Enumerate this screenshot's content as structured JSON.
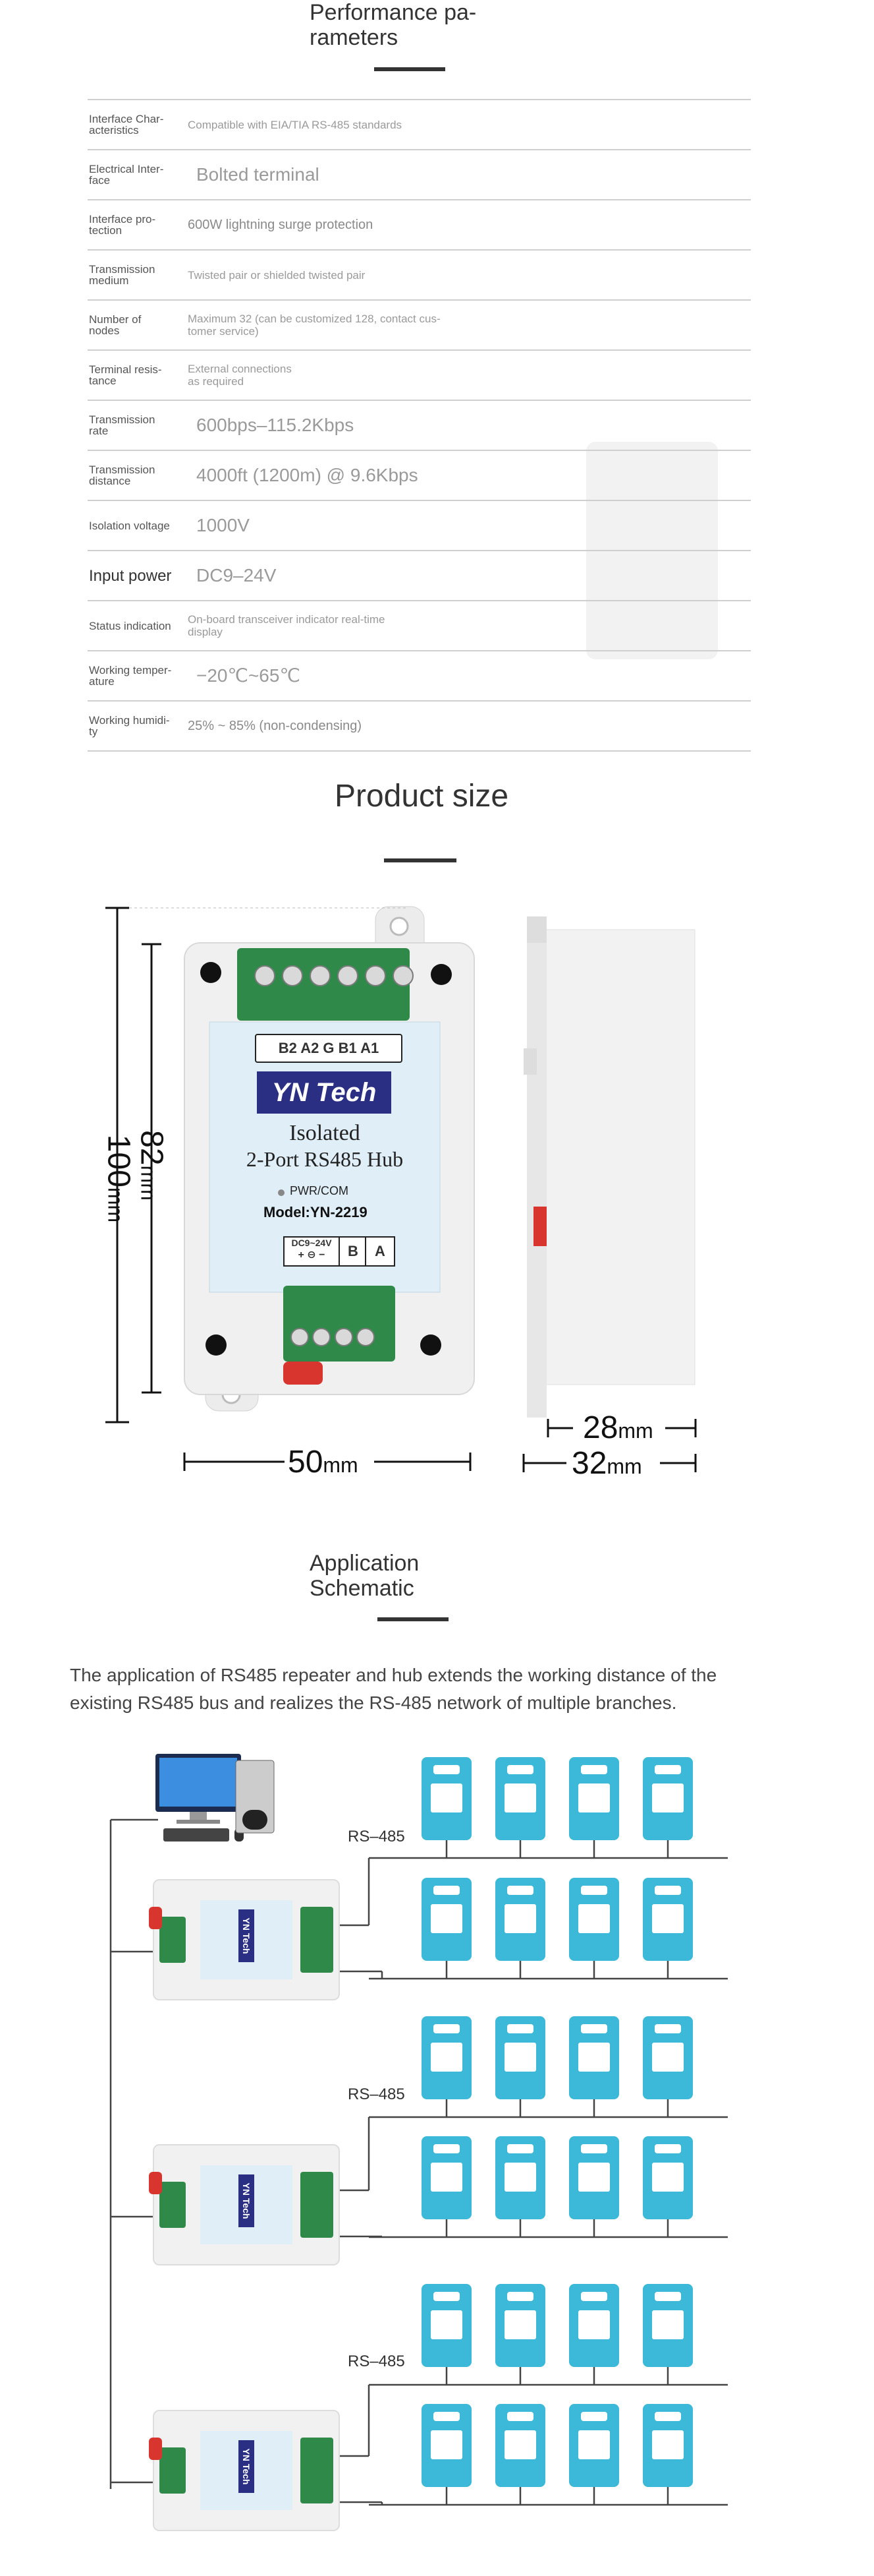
{
  "performance": {
    "title_line1": "Performance pa-",
    "title_line2": "rameters",
    "rows": [
      {
        "label": "Interface Char-\nacteristics",
        "value": "Compatible with EIA/TIA RS-485 standards",
        "size": "small"
      },
      {
        "label": "Electrical Inter-\nface",
        "value": "Bolted terminal",
        "size": "large"
      },
      {
        "label": "Interface pro-\ntection",
        "value": "600W lightning surge protection",
        "size": "medium"
      },
      {
        "label": "Transmission\nmedium",
        "value": "Twisted pair or shielded twisted pair",
        "size": "small"
      },
      {
        "label": "Number of\nnodes",
        "value": "Maximum 32 (can be customized 128, contact cus-\ntomer service)",
        "size": "small"
      },
      {
        "label": "Terminal resis-\ntance",
        "value": "External connections\nas required",
        "size": "small"
      },
      {
        "label": "Transmission\nrate",
        "value": "600bps–115.2Kbps",
        "size": "large"
      },
      {
        "label": "Transmission\ndistance",
        "value": "4000ft (1200m) @ 9.6Kbps",
        "size": "large"
      },
      {
        "label": "Isolation voltage",
        "value": "1000V",
        "size": "large"
      },
      {
        "label": "Input power",
        "value": "DC9–24V",
        "size": "large"
      },
      {
        "label": "Status indication",
        "value": "On-board transceiver indicator real-time\ndisplay",
        "size": "small"
      },
      {
        "label": "Working temper-\nature",
        "value": "−20℃~65℃",
        "size": "large"
      },
      {
        "label": "Working humidi-\nty",
        "value": "25% ~ 85% (non-condensing)",
        "size": "medium"
      }
    ]
  },
  "product_size": {
    "title": "Product size",
    "device": {
      "terminals_top": "B2 A2 G B1 A1",
      "brand": "YN Tech",
      "name_line1": "Isolated",
      "name_line2": "2-Port RS485 Hub",
      "indicator": "PWR/COM",
      "model": "Model:YN-2219",
      "power": "DC9~24V",
      "terminals_bottom_b": "B",
      "terminals_bottom_a": "A"
    },
    "dims": {
      "height_outer_num": "100",
      "height_inner_num": "82",
      "width_num": "50",
      "depth_inner_num": "28",
      "depth_outer_num": "32",
      "unit": "mm"
    }
  },
  "schematic": {
    "title_line1": "Application",
    "title_line2": "Schematic",
    "description": "The application of RS485 repeater and hub extends the working distance of the existing RS485 bus and realizes the RS-485 network of multiple branches.",
    "bus_label": "RS–485",
    "hub_brand": "YN Tech"
  },
  "colors": {
    "device_blue": "#3cb8d8",
    "label_bg": "#dfeef7",
    "brand_bg": "#2a2f84",
    "terminal_green": "#2f8a4a"
  }
}
